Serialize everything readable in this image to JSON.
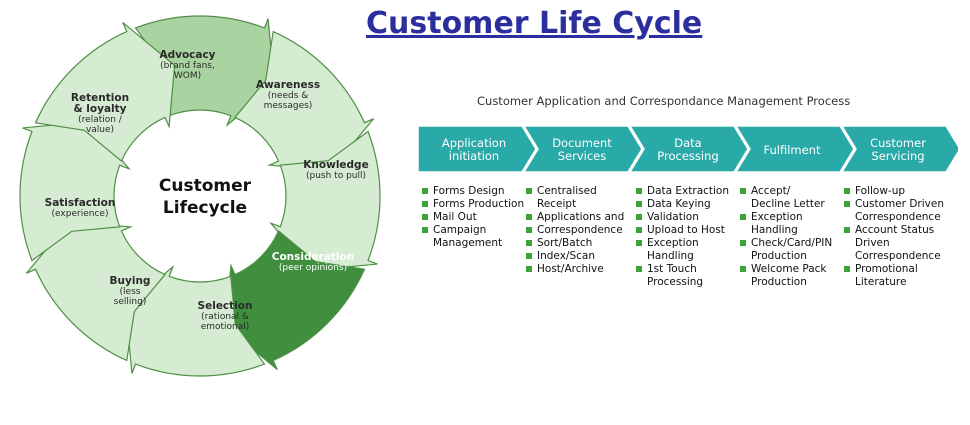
{
  "title": "Customer Life Cycle",
  "lifecycle": {
    "center": [
      "Customer",
      "Lifecycle"
    ],
    "segments": [
      {
        "title": "Advocacy",
        "subtitle": [
          "(brand fans,",
          "WOM)"
        ]
      },
      {
        "title": "Awareness",
        "subtitle": [
          "(needs &",
          "messages)"
        ]
      },
      {
        "title": "Knowledge",
        "subtitle": [
          "(push to pull)"
        ]
      },
      {
        "title": "Consideration",
        "subtitle": [
          "(peer opinions)"
        ]
      },
      {
        "title": "Selection",
        "subtitle": [
          "(rational &",
          "emotional)"
        ]
      },
      {
        "title": "Buying",
        "subtitle": [
          "(less",
          "selling)"
        ]
      },
      {
        "title": "Satisfaction",
        "subtitle": [
          "(experience)"
        ]
      },
      {
        "title": "Retention",
        "title2": "& loyalty",
        "subtitle": [
          "(relation /",
          "value)"
        ]
      }
    ],
    "colors": {
      "light": "#d6ecd2",
      "mid": "#a9d3a0",
      "dark": "#3f8f3f",
      "border": "#4f8f45"
    }
  },
  "process": {
    "title": "Customer Application and Correspondance Management Process",
    "stage_color": "#2aa9a9",
    "bullet_color": "#3aa33a",
    "stages": [
      {
        "label": [
          "Application",
          "initiation"
        ],
        "items": [
          [
            "Forms Design"
          ],
          [
            "Forms Production"
          ],
          [
            "Mail Out"
          ],
          [
            "Campaign",
            "Management"
          ]
        ]
      },
      {
        "label": [
          "Document",
          "Services"
        ],
        "items": [
          [
            "Centralised",
            "Receipt"
          ],
          [
            "Applications and"
          ],
          [
            "Correspondence"
          ],
          [
            "Sort/Batch"
          ],
          [
            "Index/Scan"
          ],
          [
            "Host/Archive"
          ]
        ]
      },
      {
        "label": [
          "Data",
          "Processing"
        ],
        "items": [
          [
            "Data Extraction"
          ],
          [
            "Data Keying"
          ],
          [
            "Validation"
          ],
          [
            "Upload to Host"
          ],
          [
            "Exception",
            "Handling"
          ],
          [
            "1st Touch",
            "Processing"
          ]
        ]
      },
      {
        "label": [
          "Fulfilment"
        ],
        "items": [
          [
            "Accept/",
            "Decline Letter"
          ],
          [
            "Exception",
            "Handling"
          ],
          [
            "Check/Card/PIN",
            "Production"
          ],
          [
            "Welcome Pack",
            "Production"
          ]
        ]
      },
      {
        "label": [
          "Customer",
          "Servicing"
        ],
        "items": [
          [
            "Follow-up"
          ],
          [
            "Customer Driven",
            "Correspondence"
          ],
          [
            "Account Status",
            "Driven",
            "Correspondence"
          ],
          [
            "Promotional",
            "Literature"
          ]
        ]
      }
    ]
  }
}
